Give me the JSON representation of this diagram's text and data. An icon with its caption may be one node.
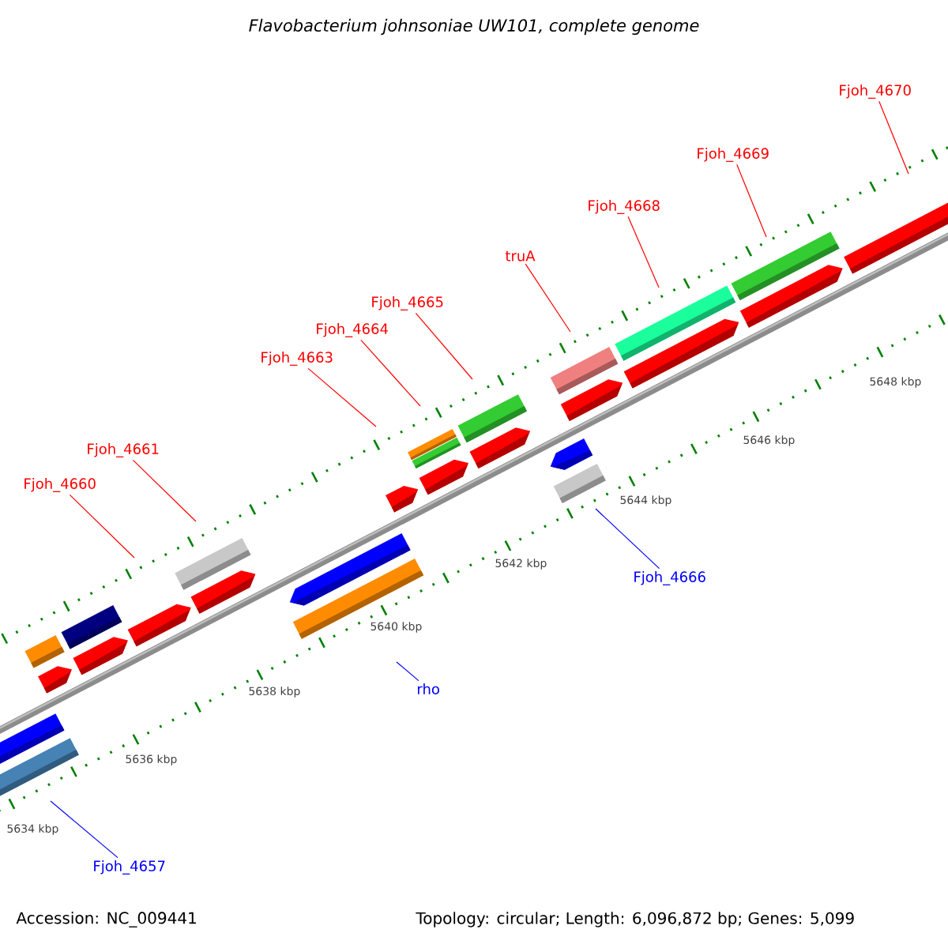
{
  "diagram": {
    "title": "Flavobacterium johnsoniae UW101, complete genome",
    "nodes": [
      {
        "text": [
          "Fjoh_4670"
        ]
      },
      {
        "text": [
          "Fjoh_4669"
        ]
      },
      {
        "text": [
          "Fjoh_4668"
        ]
      },
      {
        "text": [
          "truA"
        ]
      },
      {
        "text": [
          "Fjoh_4665"
        ]
      },
      {
        "text": [
          "Fjoh_4664"
        ]
      },
      {
        "text": [
          "Fjoh_4663"
        ]
      },
      {
        "text": [
          "Fjoh_4661"
        ]
      },
      {
        "text": [
          "Fjoh_4660"
        ]
      },
      {
        "text": [
          "Fjoh_4666"
        ]
      },
      {
        "text": [
          "rho"
        ]
      },
      {
        "text": [
          "Fjoh_4657"
        ]
      }
    ],
    "edges": [
      {
        "from": 0,
        "to": null,
        "arrow": "none"
      },
      {
        "from": 1,
        "to": null,
        "arrow": "none"
      },
      {
        "from": 2,
        "to": null,
        "arrow": "none"
      },
      {
        "from": 3,
        "to": null,
        "arrow": "none"
      },
      {
        "from": 4,
        "to": null,
        "arrow": "none"
      },
      {
        "from": 5,
        "to": null,
        "arrow": "none"
      },
      {
        "from": 6,
        "to": null,
        "arrow": "none"
      },
      {
        "from": 7,
        "to": null,
        "arrow": "none"
      },
      {
        "from": 8,
        "to": null,
        "arrow": "none"
      },
      {
        "from": 9,
        "to": null,
        "arrow": "none",
        "color": "#0000ff"
      },
      {
        "from": 10,
        "to": null,
        "arrow": "none",
        "color": "#0000ff"
      },
      {
        "from": 11,
        "to": null,
        "arrow": "none",
        "color": "#0000ff"
      }
    ],
    "labels": [
      "5648 kbp",
      "5646 kbp",
      "5644 kbp",
      "5642 kbp",
      "5640 kbp",
      "5638 kbp",
      "5636 kbp",
      "5634 kbp",
      "Accession: NC_009441",
      "Topology: circular; Length: 6,096,872 bp; Genes: 5,099"
    ]
  }
}
